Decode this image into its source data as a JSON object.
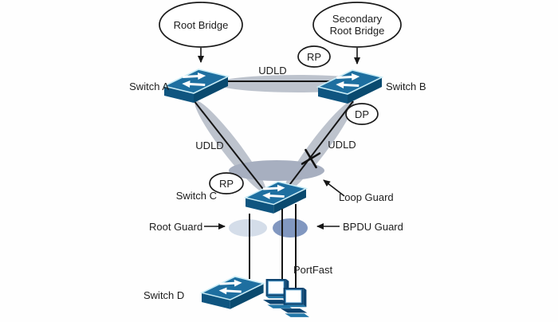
{
  "labels": {
    "root_bridge": "Root Bridge",
    "secondary_root_bridge": {
      "line1": "Secondary",
      "line2": "Root Bridge"
    },
    "switch_a": "Switch A",
    "switch_b": "Switch B",
    "switch_c": "Switch C",
    "switch_d": "Switch D",
    "udld_top": "UDLD",
    "udld_left": "UDLD",
    "udld_right": "UDLD",
    "rp_near_switch_b": "RP",
    "dp_near_switch_b": "DP",
    "rp_near_switch_c": "RP",
    "loop_guard": "Loop Guard",
    "root_guard": "Root Guard",
    "bpdu_guard": "BPDU Guard",
    "portfast": "PortFast"
  },
  "icons": {
    "switch": "cisco-3d-switch",
    "pc": "workstation",
    "x_mark": "X",
    "arrowhead": "black-triangle"
  },
  "colors": {
    "switch_top": "#1e6fa0",
    "switch_front": "#0f5580",
    "switch_side": "#0a4a6f",
    "switch_highlight": "#c9ecf6",
    "link_band": "#bdc3cd",
    "link_converge_band": "#a7afc0",
    "root_guard_fill": "#d4dde9",
    "bpdu_guard_fill": "#8197c0",
    "line": "#161616",
    "text": "#1d1d1d",
    "background": "#fefefe"
  }
}
